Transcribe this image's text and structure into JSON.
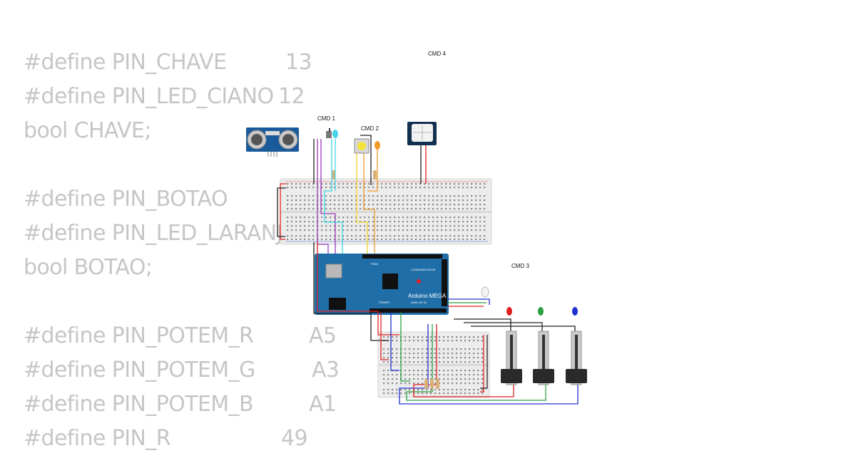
{
  "code_lines": [
    {
      "text": "#define PIN_CHAVE",
      "value": "13"
    },
    {
      "text": "#define PIN_LED_CIANO",
      "value": "12"
    },
    {
      "text": "bool CHAVE;",
      "value": ""
    },
    {
      "text": "",
      "value": ""
    },
    {
      "text": "#define PIN_BOTAO",
      "value": ""
    },
    {
      "text": "#define PIN_LED_LARANJA",
      "value": ""
    },
    {
      "text": "bool BOTAO;",
      "value": ""
    },
    {
      "text": "",
      "value": ""
    },
    {
      "text": "#define PIN_POTEM_R",
      "value": "A5"
    },
    {
      "text": "#define PIN_POTEM_G",
      "value": "A3"
    },
    {
      "text": "#define PIN_POTEM_B",
      "value": "A1"
    },
    {
      "text": "#define PIN_R",
      "value": "49"
    }
  ],
  "labels": {
    "cmd1": "CMD 1",
    "cmd2": "CMD 2",
    "cmd3": "CMD 3",
    "cmd4": "CMD 4"
  },
  "board": {
    "name": "Arduino MEGA",
    "pwm": "PWM",
    "communication": "COMMUNICATION",
    "power": "POWER",
    "analog_in": "ANALOG IN"
  },
  "colors": {
    "board": "#1f6ea8",
    "breadboard": "#ececec",
    "wire_red": "#e02020",
    "wire_black": "#202020",
    "wire_cyan": "#3fd7e6",
    "wire_yellow": "#f2d12a",
    "wire_orange": "#f09a28",
    "wire_purple": "#9a3ab8",
    "wire_blue": "#2030d0",
    "wire_green": "#2aa040"
  }
}
